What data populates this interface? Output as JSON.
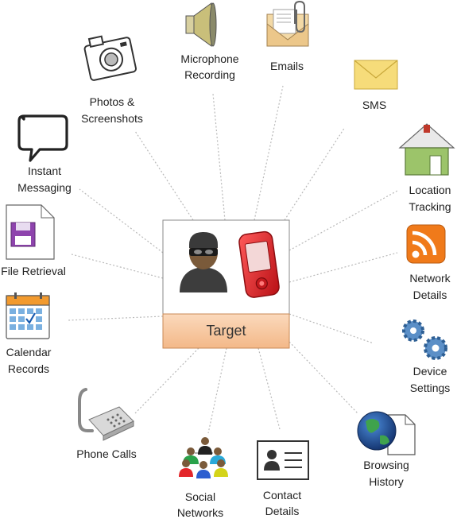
{
  "target": {
    "label": "Target"
  },
  "nodes": [
    {
      "id": "microphone",
      "icon": "speaker-icon",
      "lines": [
        "Microphone",
        "Recording"
      ]
    },
    {
      "id": "emails",
      "icon": "envelope-paperclip-icon",
      "lines": [
        "Emails"
      ]
    },
    {
      "id": "sms",
      "icon": "envelope-icon",
      "lines": [
        "SMS"
      ]
    },
    {
      "id": "location",
      "icon": "house-icon",
      "lines": [
        "Location",
        "Tracking"
      ]
    },
    {
      "id": "network",
      "icon": "rss-icon",
      "lines": [
        "Network",
        "Details"
      ]
    },
    {
      "id": "device",
      "icon": "gears-icon",
      "lines": [
        "Device",
        "Settings"
      ]
    },
    {
      "id": "browsing",
      "icon": "globe-document-icon",
      "lines": [
        "Browsing",
        "History"
      ]
    },
    {
      "id": "contact",
      "icon": "contact-card-icon",
      "lines": [
        "Contact",
        "Details"
      ]
    },
    {
      "id": "social",
      "icon": "people-network-icon",
      "lines": [
        "Social",
        "Networks"
      ]
    },
    {
      "id": "phone",
      "icon": "desk-phone-icon",
      "lines": [
        "Phone Calls"
      ]
    },
    {
      "id": "calendar",
      "icon": "calendar-icon",
      "lines": [
        "Calendar",
        "Records"
      ]
    },
    {
      "id": "file",
      "icon": "file-floppy-icon",
      "lines": [
        "File Retrieval"
      ]
    },
    {
      "id": "im",
      "icon": "speech-bubble-icon",
      "lines": [
        "Instant",
        "Messaging"
      ]
    },
    {
      "id": "photos",
      "icon": "camera-icon",
      "lines": [
        "Photos &",
        "Screenshots"
      ]
    }
  ],
  "colors": {
    "target_band": "#f7c9a0",
    "target_border": "#8a8a8a",
    "phone_red": "#e8262a",
    "rss_orange": "#f07a1a",
    "gear_blue": "#5b8fc7",
    "envelope_yellow": "#f6dc7a",
    "house_green": "#9cc46a"
  }
}
